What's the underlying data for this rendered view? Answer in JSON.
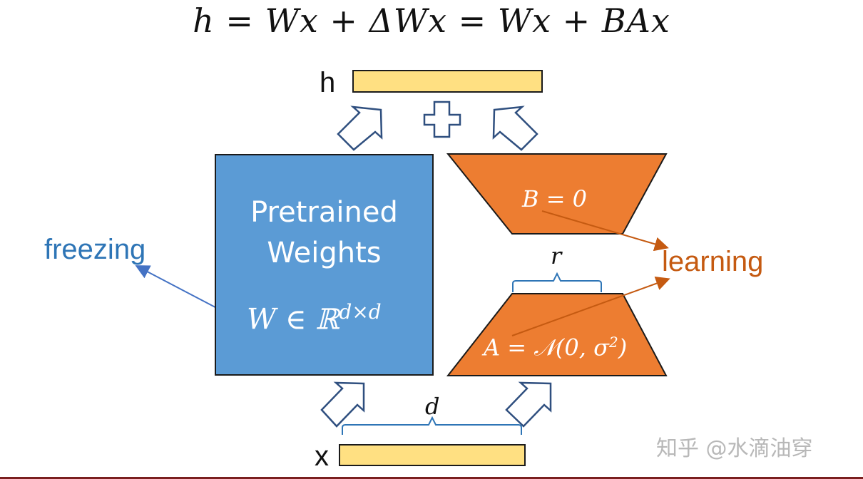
{
  "equation": "h = Wx + ΔWx = Wx + BAx",
  "labels": {
    "h": "h",
    "x": "x",
    "pretrained_line1": "Pretrained",
    "pretrained_line2": "Weights",
    "w_formula": "W ∈ ℝ",
    "w_sup": "d×d",
    "b_formula": "B = 0",
    "a_formula": "A = 𝒩(0, σ",
    "a_sup": "2",
    "a_close": ")",
    "r": "r",
    "d": "d",
    "freezing": "freezing",
    "learning": "learning",
    "plus": "+"
  },
  "watermark": "知乎 @水滴油穿",
  "colors": {
    "vector_fill": "#ffe082",
    "pretrained_fill": "#5b9bd5",
    "adapter_fill": "#ed7d31",
    "freezing_text": "#2e75b6",
    "learning_text": "#c55a11",
    "arrow_outline": "#2f4f7f"
  }
}
